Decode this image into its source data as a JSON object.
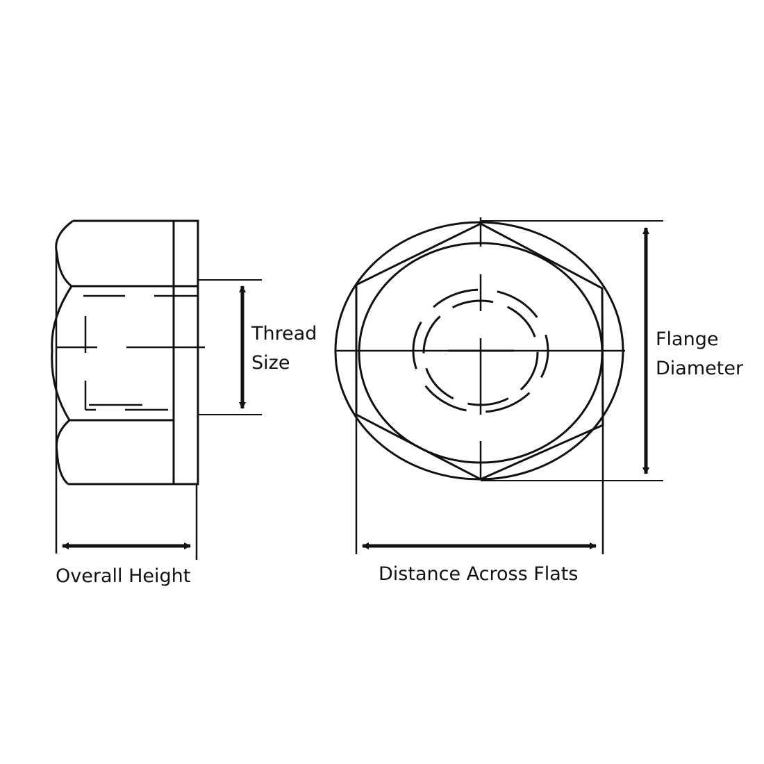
{
  "labels": {
    "thread_size": [
      "Thread",
      "Size"
    ],
    "flange_diameter": [
      "Flange",
      "Diameter"
    ],
    "overall_height": "Overall Height",
    "distance_across_flats": "Distance Across Flats"
  },
  "colors": {
    "line": "#111111",
    "background": "#ffffff"
  }
}
